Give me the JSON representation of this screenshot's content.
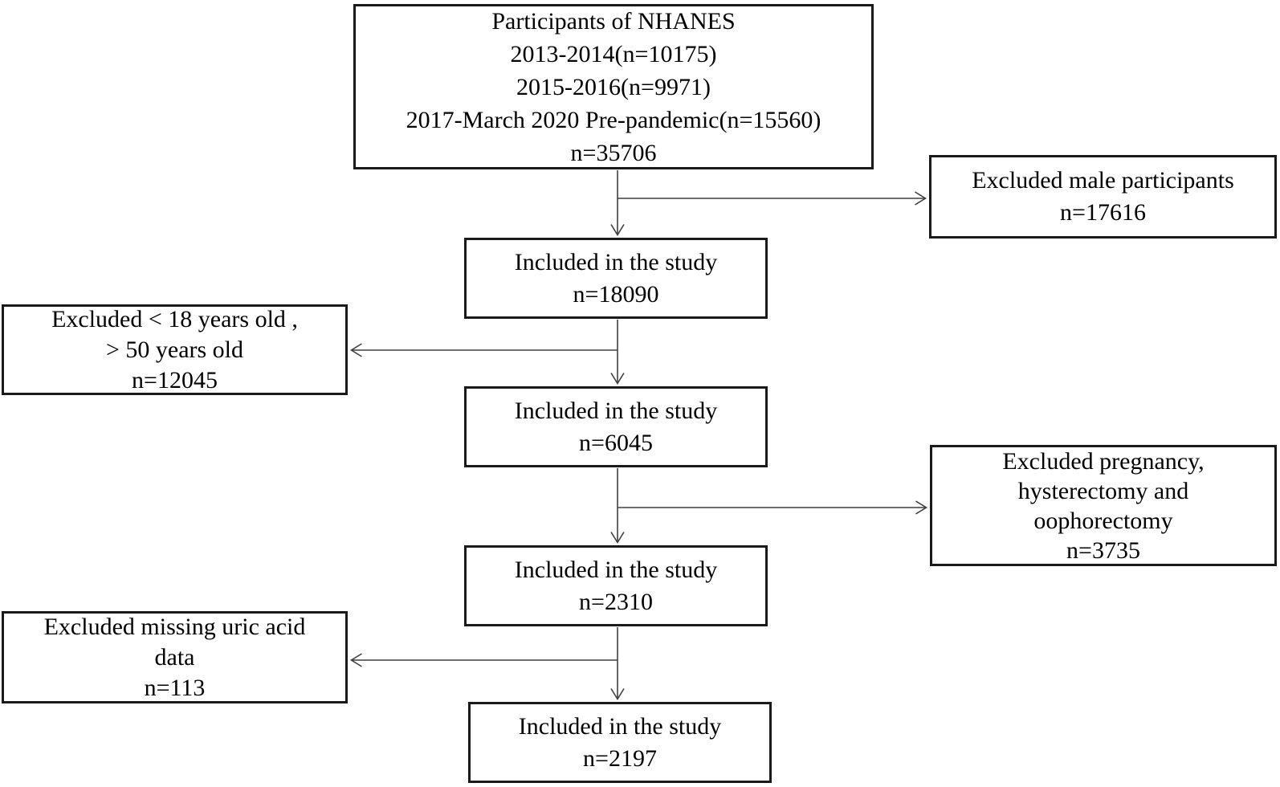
{
  "theme": {
    "background": "#ffffff",
    "box-border-color": "#1a1a1a",
    "connector-color": "#3f3f3f",
    "text-color": "#000000"
  },
  "flowchart": {
    "type": "participant-flow-diagram",
    "boxes": {
      "source": {
        "lines": [
          "Participants of NHANES",
          "2013-2014(n=10175)",
          "2015-2016(n=9971)",
          "2017-March 2020 Pre-pandemic(n=15560)",
          "n=35706"
        ]
      },
      "excluded_male": {
        "lines": [
          "Excluded male participants",
          "n=17616"
        ]
      },
      "included_step1": {
        "lines": [
          "Included in the study",
          "n=18090"
        ]
      },
      "excluded_age": {
        "lines": [
          "Excluded < 18 years old ,",
          "> 50 years old",
          "n=12045"
        ]
      },
      "included_step2": {
        "lines": [
          "Included in the study",
          "n=6045"
        ]
      },
      "excluded_pregnancy": {
        "lines": [
          "Excluded pregnancy,",
          "hysterectomy and",
          "oophorectomy",
          "n=3735"
        ]
      },
      "included_step3": {
        "lines": [
          "Included in the study",
          "n=2310"
        ]
      },
      "excluded_uric_acid": {
        "lines": [
          "Excluded missing uric acid",
          "data",
          "n=113"
        ]
      },
      "included_final": {
        "lines": [
          "Included in the study",
          "n=2197"
        ]
      }
    }
  }
}
